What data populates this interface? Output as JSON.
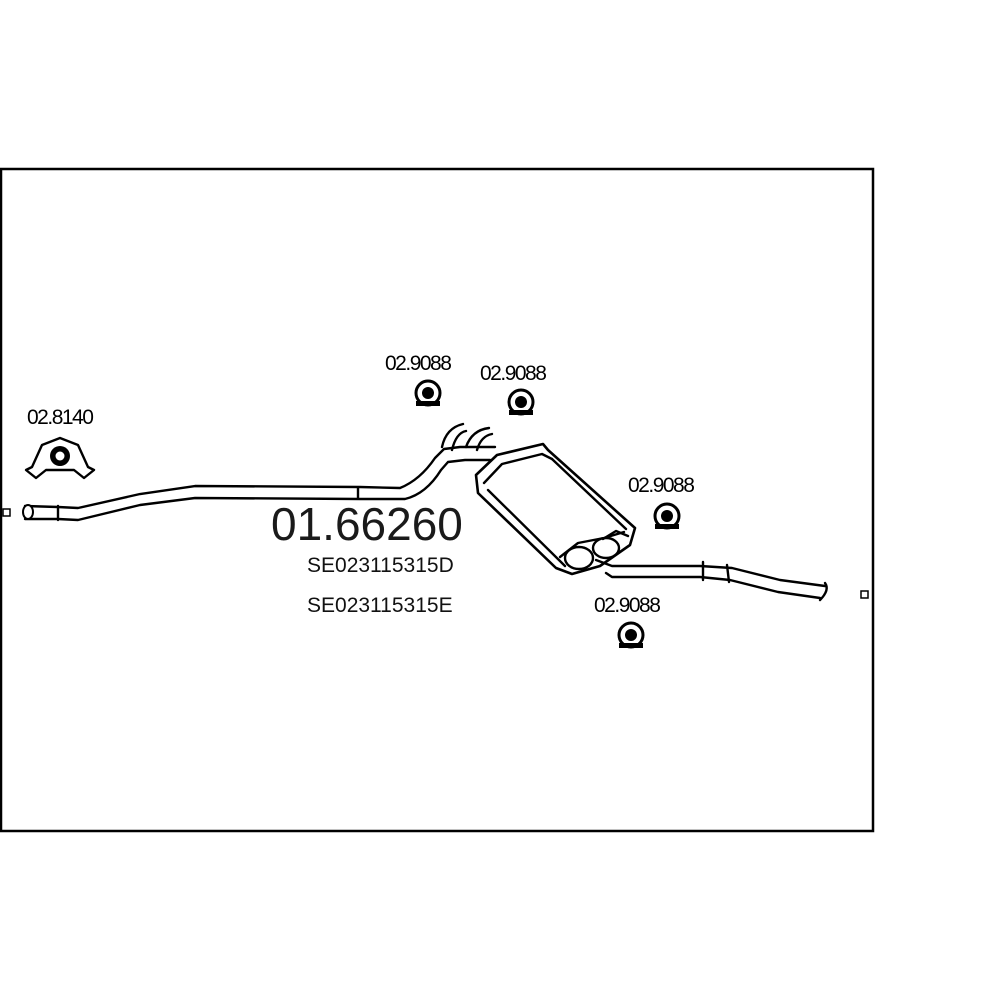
{
  "diagram": {
    "part_number": "01.66260",
    "oe_references": [
      "SE023115315D",
      "SE023115315E"
    ],
    "accessories": [
      {
        "code": "02.8140",
        "icon": "clamp-icon"
      },
      {
        "code": "02.9088",
        "icon": "rubber-hanger-icon"
      },
      {
        "code": "02.9088",
        "icon": "rubber-hanger-icon"
      },
      {
        "code": "02.9088",
        "icon": "rubber-hanger-icon"
      },
      {
        "code": "02.9088",
        "icon": "rubber-hanger-icon"
      }
    ],
    "colors": {
      "line": "#000000",
      "background": "#ffffff"
    }
  }
}
